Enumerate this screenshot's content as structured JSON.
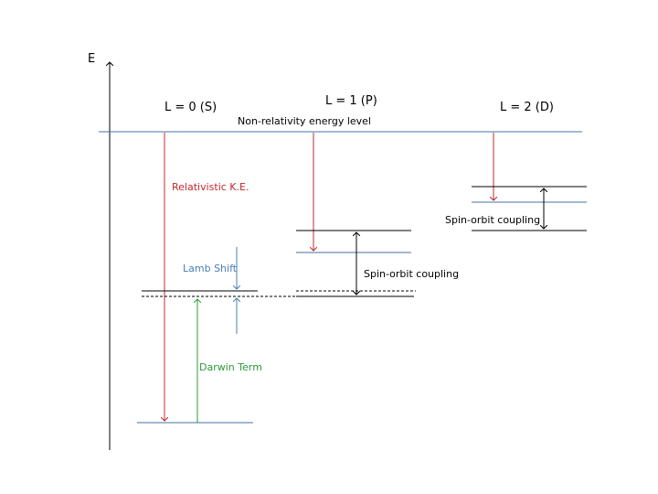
{
  "axis": {
    "label": "E"
  },
  "columns": {
    "s": {
      "label": "L = 0 (S)"
    },
    "p": {
      "label": "L = 1 (P)"
    },
    "d": {
      "label": "L = 2 (D)"
    }
  },
  "labels": {
    "non_relativity": "Non-relativity energy level",
    "relativistic_ke": "Relativistic  K.E.",
    "lamb_shift": "Lamb Shift",
    "darwin_term": "Darwin Term",
    "spin_orbit_p": "Spin-orbit coupling",
    "spin_orbit_d": "Spin-orbit coupling"
  },
  "colors": {
    "axis": "#000000",
    "reference_level": "#4a6fa5",
    "relativistic": "#c0282d",
    "lamb_shift": "#4a7fb5",
    "darwin": "#2a9a3a",
    "level": "#000000",
    "shifted_level": "#4a6fa5"
  }
}
